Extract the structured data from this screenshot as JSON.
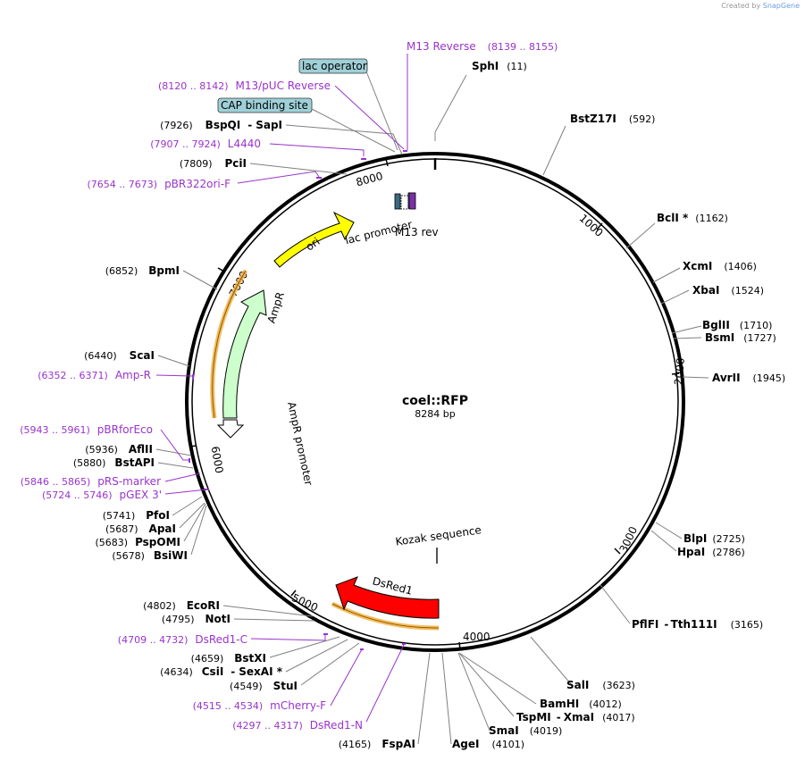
{
  "credit": {
    "prefix": "Created by",
    "brand": "SnapGene"
  },
  "plasmid": {
    "name": "coel::RFP",
    "size_label": "8284 bp"
  },
  "ticks": [
    "1000",
    "2000",
    "3000",
    "4000",
    "5000",
    "6000",
    "7000",
    "8000"
  ],
  "sites_right": [
    {
      "name": "SphI",
      "pos": "(11)"
    },
    {
      "name": "BstZ17I",
      "pos": "(592)"
    },
    {
      "name": "BclI *",
      "pos": "(1162)"
    },
    {
      "name": "XcmI",
      "pos": "(1406)"
    },
    {
      "name": "XbaI",
      "pos": "(1524)"
    },
    {
      "name": "BglII",
      "pos": "(1710)"
    },
    {
      "name": "BsmI",
      "pos": "(1727)"
    },
    {
      "name": "AvrII",
      "pos": "(1945)"
    },
    {
      "name": "BlpI",
      "pos": "(2725)"
    },
    {
      "name": "HpaI",
      "pos": "(2786)"
    },
    {
      "name": "PflFI",
      "name2": "Tth111I",
      "pos": "(3165)"
    },
    {
      "name": "SalI",
      "pos": "(3623)"
    },
    {
      "name": "BamHI",
      "pos": "(4012)"
    },
    {
      "name": "TspMI",
      "name2": "XmaI",
      "pos": "(4017)"
    },
    {
      "name": "SmaI",
      "pos": "(4019)"
    },
    {
      "name": "AgeI",
      "pos": "(4101)"
    }
  ],
  "sites_left": [
    {
      "name": "BspQI",
      "name2": "SapI",
      "pos": "(7926)"
    },
    {
      "name": "PciI",
      "pos": "(7809)"
    },
    {
      "name": "BpmI",
      "pos": "(6852)"
    },
    {
      "name": "ScaI",
      "pos": "(6440)"
    },
    {
      "name": "AflII",
      "pos": "(5936)"
    },
    {
      "name": "BstAPI",
      "pos": "(5880)"
    },
    {
      "name": "PfoI",
      "pos": "(5741)"
    },
    {
      "name": "ApaI",
      "pos": "(5687)"
    },
    {
      "name": "PspOMI",
      "pos": "(5683)"
    },
    {
      "name": "BsiWI",
      "pos": "(5678)"
    },
    {
      "name": "EcoRI",
      "pos": "(4802)"
    },
    {
      "name": "NotI",
      "pos": "(4795)"
    },
    {
      "name": "BstXI",
      "pos": "(4659)"
    },
    {
      "name": "CsiI",
      "name2": "SexAI *",
      "pos": "(4634)"
    },
    {
      "name": "StuI",
      "pos": "(4549)"
    },
    {
      "name": "FspAI",
      "pos": "(4165)"
    }
  ],
  "primers": [
    {
      "name": "M13 Reverse",
      "pos": "(8139 .. 8155)"
    },
    {
      "name": "M13/pUC Reverse",
      "pos": "(8120 .. 8142)"
    },
    {
      "name": "L4440",
      "pos": "(7907 .. 7924)"
    },
    {
      "name": "pBR322ori-F",
      "pos": "(7654 .. 7673)"
    },
    {
      "name": "Amp-R",
      "pos": "(6352 .. 6371)"
    },
    {
      "name": "pBRforEco",
      "pos": "(5943 .. 5961)"
    },
    {
      "name": "pRS-marker",
      "pos": "(5846 .. 5865)"
    },
    {
      "name": "pGEX 3'",
      "pos": "(5724 .. 5746)"
    },
    {
      "name": "DsRed1-C",
      "pos": "(4709 .. 4732)"
    },
    {
      "name": "mCherry-F",
      "pos": "(4515 .. 4534)"
    },
    {
      "name": "DsRed1-N",
      "pos": "(4297 .. 4317)"
    }
  ],
  "boxed_features": [
    "lac operator",
    "CAP binding site"
  ],
  "features": {
    "ori": "ori",
    "lac_promoter": "lac promoter",
    "m13_rev": "M13 rev",
    "ampr": "AmpR",
    "ampr_promoter": "AmpR promoter",
    "kozak": "Kozak sequence",
    "dsred1": "DsRed1"
  },
  "colors": {
    "primer": "#9933cc",
    "ori": "#ffff00",
    "ampr": "#ccffcc",
    "dsred": "#ff0000",
    "highlight": "#f5b041",
    "boxed_bg": "#9fd0d8"
  }
}
